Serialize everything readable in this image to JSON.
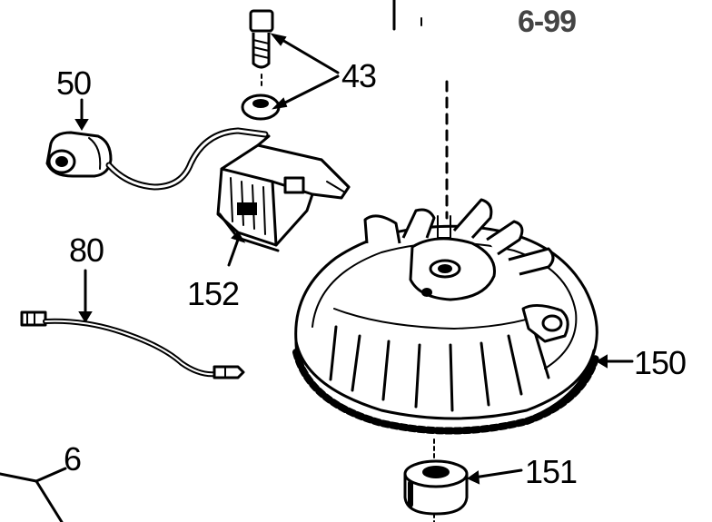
{
  "callouts": {
    "p43": "43",
    "p50": "50",
    "p80": "80",
    "p152": "152",
    "p150": "150",
    "p151": "151",
    "p6": "6"
  },
  "page_mark": "6-99"
}
